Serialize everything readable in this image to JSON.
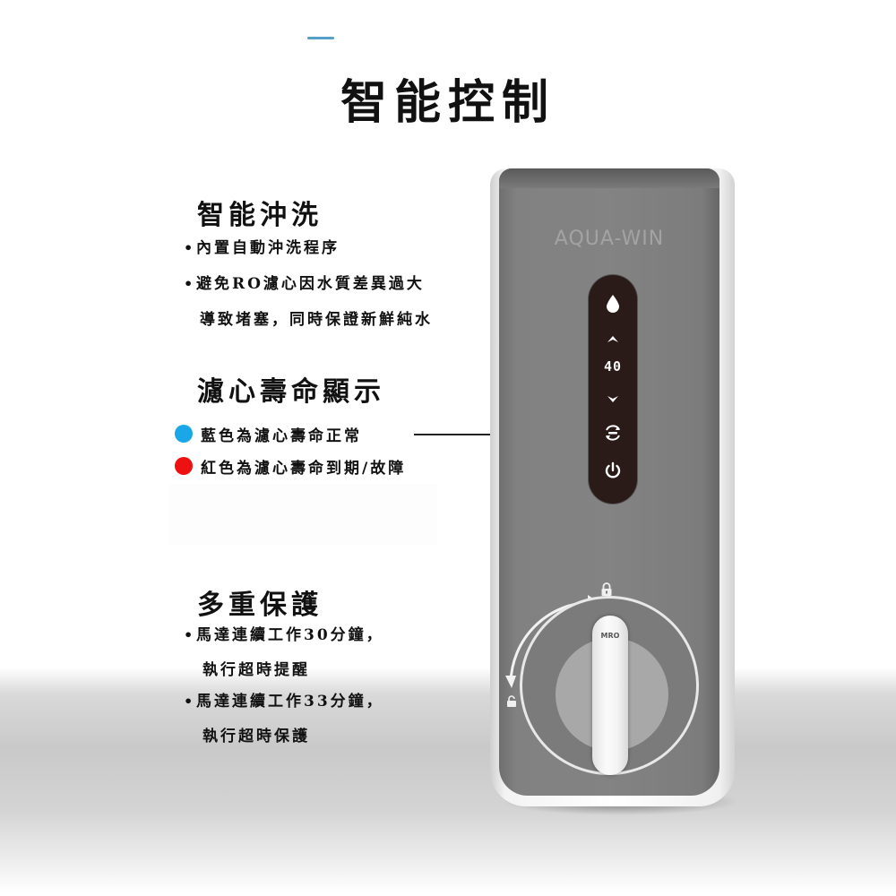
{
  "page": {
    "title": "智能控制"
  },
  "sections": {
    "flush": {
      "title": "智能沖洗",
      "lines": [
        "內置自動沖洗程序",
        "避免RO濾心因水質差異過大",
        "導致堵塞，同時保證新鮮純水"
      ]
    },
    "filter_life": {
      "title": "濾心壽命顯示",
      "legend": [
        {
          "label": "藍色為濾心壽命正常",
          "color": "#1aa7e8"
        },
        {
          "label": "紅色為濾心壽命到期/故障",
          "color": "#ee1111"
        }
      ]
    },
    "protection": {
      "title": "多重保護",
      "lines": [
        "馬達連續工作30分鐘，",
        "執行超時提醒",
        "馬達連續工作33分鐘，",
        "執行超時保護"
      ]
    }
  },
  "device": {
    "brand": "AQUA-WIN",
    "panel": {
      "display_value": "40",
      "buttons": [
        "water-drop",
        "up",
        "down",
        "filter-reset",
        "power"
      ]
    },
    "knob_label": "MRO"
  },
  "colors": {
    "panel_gray": "#838383",
    "control_strip": "#2a1a18",
    "accent_blue": "#1aa7e8",
    "accent_red": "#ee1111"
  }
}
